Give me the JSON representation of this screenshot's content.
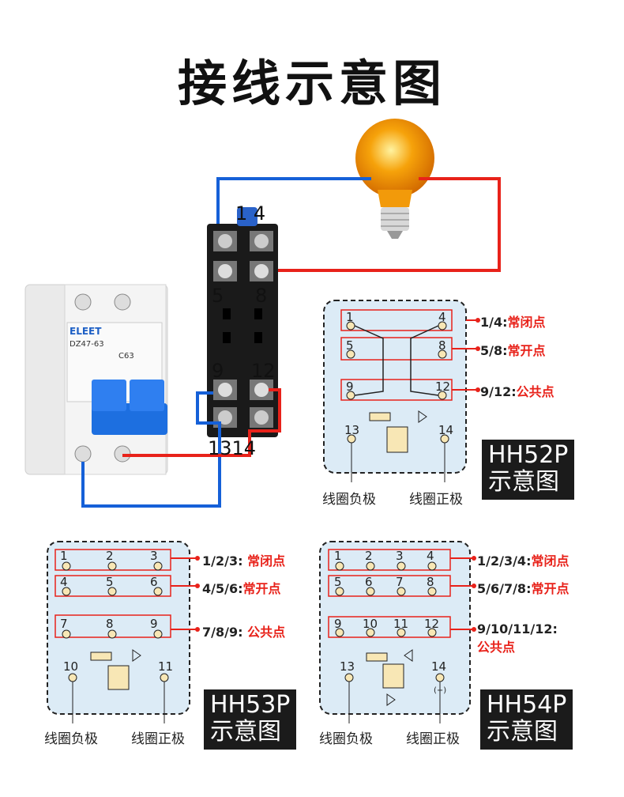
{
  "title": "接线示意图",
  "wiring": {
    "socket_top_pins": "1 4",
    "pin5": "5",
    "pin8": "8",
    "pin9": "9",
    "pin12": "12",
    "socket_bottom_pins": "1314",
    "breaker": {
      "brand": "ELEET",
      "model": "DZ47-63",
      "rating": "C63"
    }
  },
  "hh52p": {
    "pins": [
      "1",
      "4",
      "5",
      "8",
      "9",
      "12",
      "13",
      "14"
    ],
    "legend": [
      {
        "id": "1/4",
        "desc": "常闭点"
      },
      {
        "id": "5/8",
        "desc": "常开点"
      },
      {
        "id": "9/12",
        "desc": "公共点"
      }
    ],
    "model_line1": "HH52P",
    "model_line2": "示意图",
    "coil_negative": "线圈负极",
    "coil_positive": "线圈正极"
  },
  "hh53p": {
    "pins": [
      "1",
      "2",
      "3",
      "4",
      "5",
      "6",
      "7",
      "8",
      "9",
      "10",
      "11"
    ],
    "legend": [
      {
        "id": "1/2/3",
        "desc": "常闭点"
      },
      {
        "id": "4/5/6",
        "desc": "常开点"
      },
      {
        "id": "7/8/9",
        "desc": "公共点"
      }
    ],
    "model_line1": "HH53P",
    "model_line2": "示意图",
    "coil_negative": "线圈负极",
    "coil_positive": "线圈正极"
  },
  "hh54p": {
    "pins": [
      "1",
      "2",
      "3",
      "4",
      "5",
      "6",
      "7",
      "8",
      "9",
      "10",
      "11",
      "12",
      "13",
      "14"
    ],
    "polarity_mark": "(+)",
    "legend": [
      {
        "id": "1/2/3/4",
        "desc": "常闭点"
      },
      {
        "id": "5/6/7/8",
        "desc": "常开点"
      },
      {
        "id": "9/10/11/12",
        "desc": "公共点"
      }
    ],
    "model_line1": "HH54P",
    "model_line2": "示意图",
    "coil_negative": "线圈负极",
    "coil_positive": "线圈正极"
  },
  "colors": {
    "wire_blue": "#1560d8",
    "wire_red": "#e8221a",
    "panel_bg": "#dcebf6",
    "bulb": "#f6a20a"
  }
}
